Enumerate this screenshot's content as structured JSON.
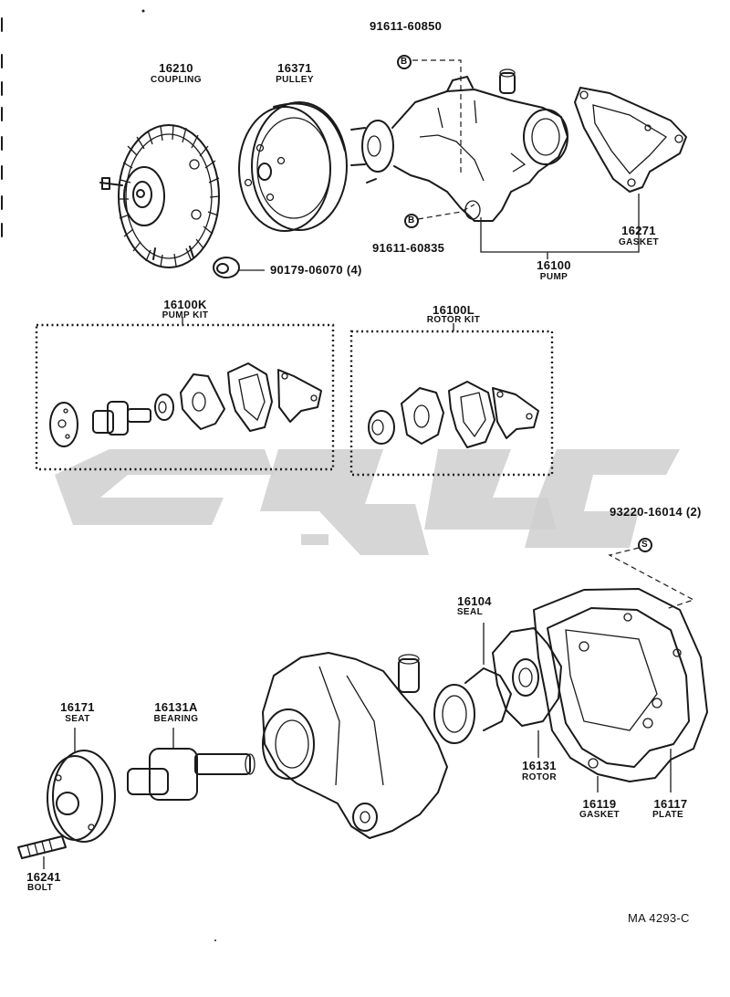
{
  "parts": {
    "coupling": {
      "number": "16210",
      "name": "COUPLING"
    },
    "pulley": {
      "number": "16371",
      "name": "PULLEY"
    },
    "bolt_top_b": {
      "number": "91611-60850",
      "symbol": "B"
    },
    "bolt_bottom_b": {
      "number": "91611-60835",
      "symbol": "B"
    },
    "nut": {
      "number": "90179-06070 (4)"
    },
    "gasket_top": {
      "number": "16271",
      "name": "GASKET"
    },
    "pump": {
      "number": "16100",
      "name": "PUMP"
    },
    "pump_kit": {
      "number": "16100K",
      "name": "PUMP KIT"
    },
    "rotor_kit": {
      "number": "16100L",
      "name": "ROTOR KIT"
    },
    "stud_s": {
      "number": "93220-16014 (2)",
      "symbol": "S"
    },
    "seal": {
      "number": "16104",
      "name": "SEAL"
    },
    "seat": {
      "number": "16171",
      "name": "SEAT"
    },
    "bearing": {
      "number": "16131A",
      "name": "BEARING"
    },
    "rotor": {
      "number": "16131",
      "name": "ROTOR"
    },
    "gasket_bottom": {
      "number": "16119",
      "name": "GASKET"
    },
    "plate": {
      "number": "16117",
      "name": "PLATE"
    },
    "bolt": {
      "number": "16241",
      "name": "BOLT"
    }
  },
  "diagram_code": "MA 4293-C"
}
